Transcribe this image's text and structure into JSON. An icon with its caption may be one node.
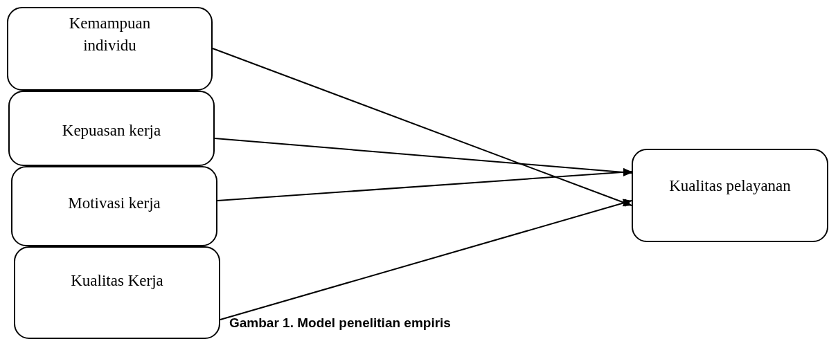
{
  "diagram": {
    "caption": "Gambar 1. Model penelitian empiris",
    "nodes": [
      {
        "text": [
          "Kemampuan individu"
        ]
      },
      {
        "text": [
          "Kepuasan kerja"
        ]
      },
      {
        "text": [
          "Motivasi kerja"
        ]
      },
      {
        "text": [
          "Kualitas Kerja"
        ]
      },
      {
        "text": [
          "Kualitas pelayanan"
        ]
      }
    ],
    "edges": [
      {
        "from": 0,
        "to": 4,
        "arrow": "to"
      },
      {
        "from": 1,
        "to": 4,
        "arrow": "to"
      },
      {
        "from": 2,
        "to": 4,
        "arrow": "to"
      },
      {
        "from": 3,
        "to": 4,
        "arrow": "to"
      }
    ]
  }
}
